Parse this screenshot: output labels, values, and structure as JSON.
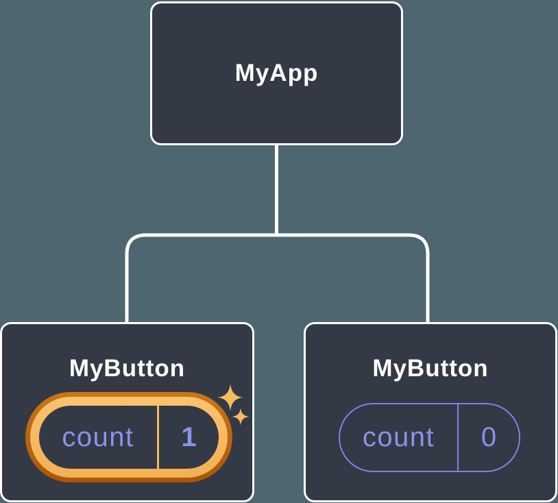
{
  "diagram": {
    "type": "component-tree",
    "colors": {
      "background": "#4D6670",
      "node_fill": "#343946",
      "node_border": "#FFFFFF",
      "connector": "#FFFFFF",
      "state_text": "#8A92E8",
      "plain_pill_border": "#7B83E6",
      "highlight_ring_outer_top": "#C97618",
      "highlight_ring_outer_bottom": "#AC5605",
      "highlight_ring_inner": "#F8BE68",
      "sparkle": "#F6BA61"
    }
  },
  "tree": {
    "root": {
      "label": "MyApp"
    },
    "children": [
      {
        "label": "MyButton",
        "highlighted": true,
        "state": {
          "key": "count",
          "value": "1"
        }
      },
      {
        "label": "MyButton",
        "highlighted": false,
        "state": {
          "key": "count",
          "value": "0"
        }
      }
    ]
  },
  "icons": {
    "sparkles": "sparkles-icon"
  }
}
